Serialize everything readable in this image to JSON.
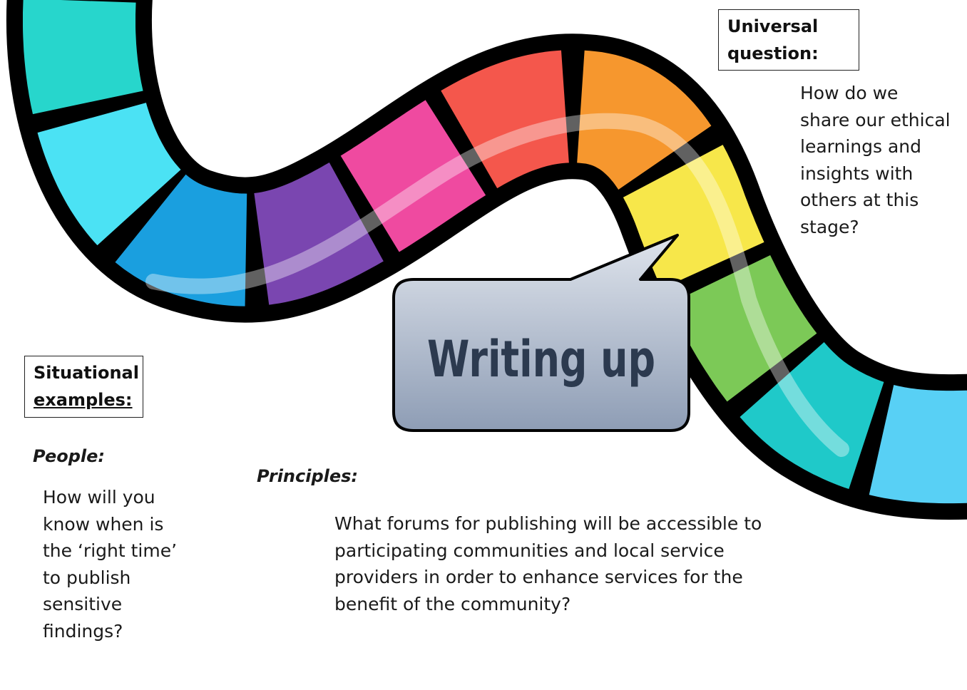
{
  "universal_question": {
    "heading_line1": "Universal",
    "heading_line2": "question:",
    "lines": [
      "How do we",
      "share our ethical",
      "learnings and",
      "insights with",
      "others at this",
      "stage?"
    ]
  },
  "stage_label": "Writing up",
  "situational": {
    "heading_line1": "Situational",
    "heading_line2": "examples:"
  },
  "people": {
    "label": "People:",
    "lines": [
      "How will you",
      "know when is",
      "the ‘right time’",
      "to publish",
      "sensitive",
      "findings?"
    ]
  },
  "principles": {
    "label": "Principles:",
    "lines": [
      "What forums for publishing will be accessible to",
      "participating communities and local service",
      "providers in order to enhance services for the",
      "benefit of the community?"
    ]
  },
  "colors": {
    "tile_palette": [
      "#27d6cc",
      "#4be2f4",
      "#1a9fdf",
      "#7a46b0",
      "#ef4aa0",
      "#f4574c",
      "#f6972e",
      "#f7e74a",
      "#7cc957",
      "#1fc9c9",
      "#58d0f5"
    ],
    "bubble": "#a6b3c7",
    "label_text": "#2c3a4f"
  }
}
